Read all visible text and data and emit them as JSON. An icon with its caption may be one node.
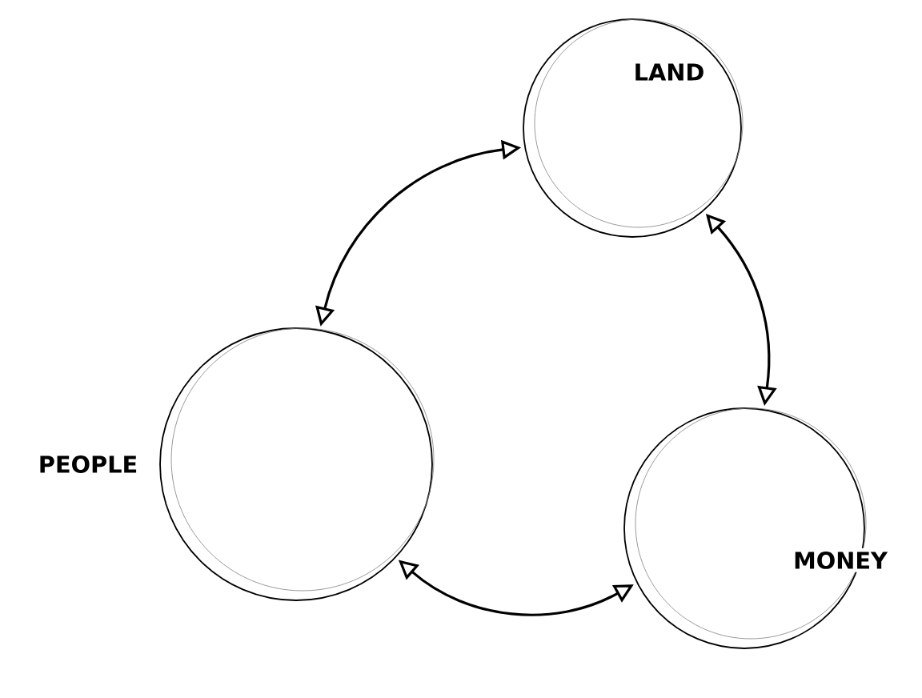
{
  "diagram": {
    "nodes": [
      {
        "text": [
          "LAND"
        ]
      },
      {
        "text": [
          "PEOPLE"
        ]
      },
      {
        "text": [
          "MONEY"
        ]
      }
    ],
    "edges": [
      {
        "from": 1,
        "to": 0,
        "arrow": "both"
      },
      {
        "from": 0,
        "to": 2,
        "arrow": "both"
      },
      {
        "from": 1,
        "to": 2,
        "arrow": "both"
      }
    ]
  }
}
